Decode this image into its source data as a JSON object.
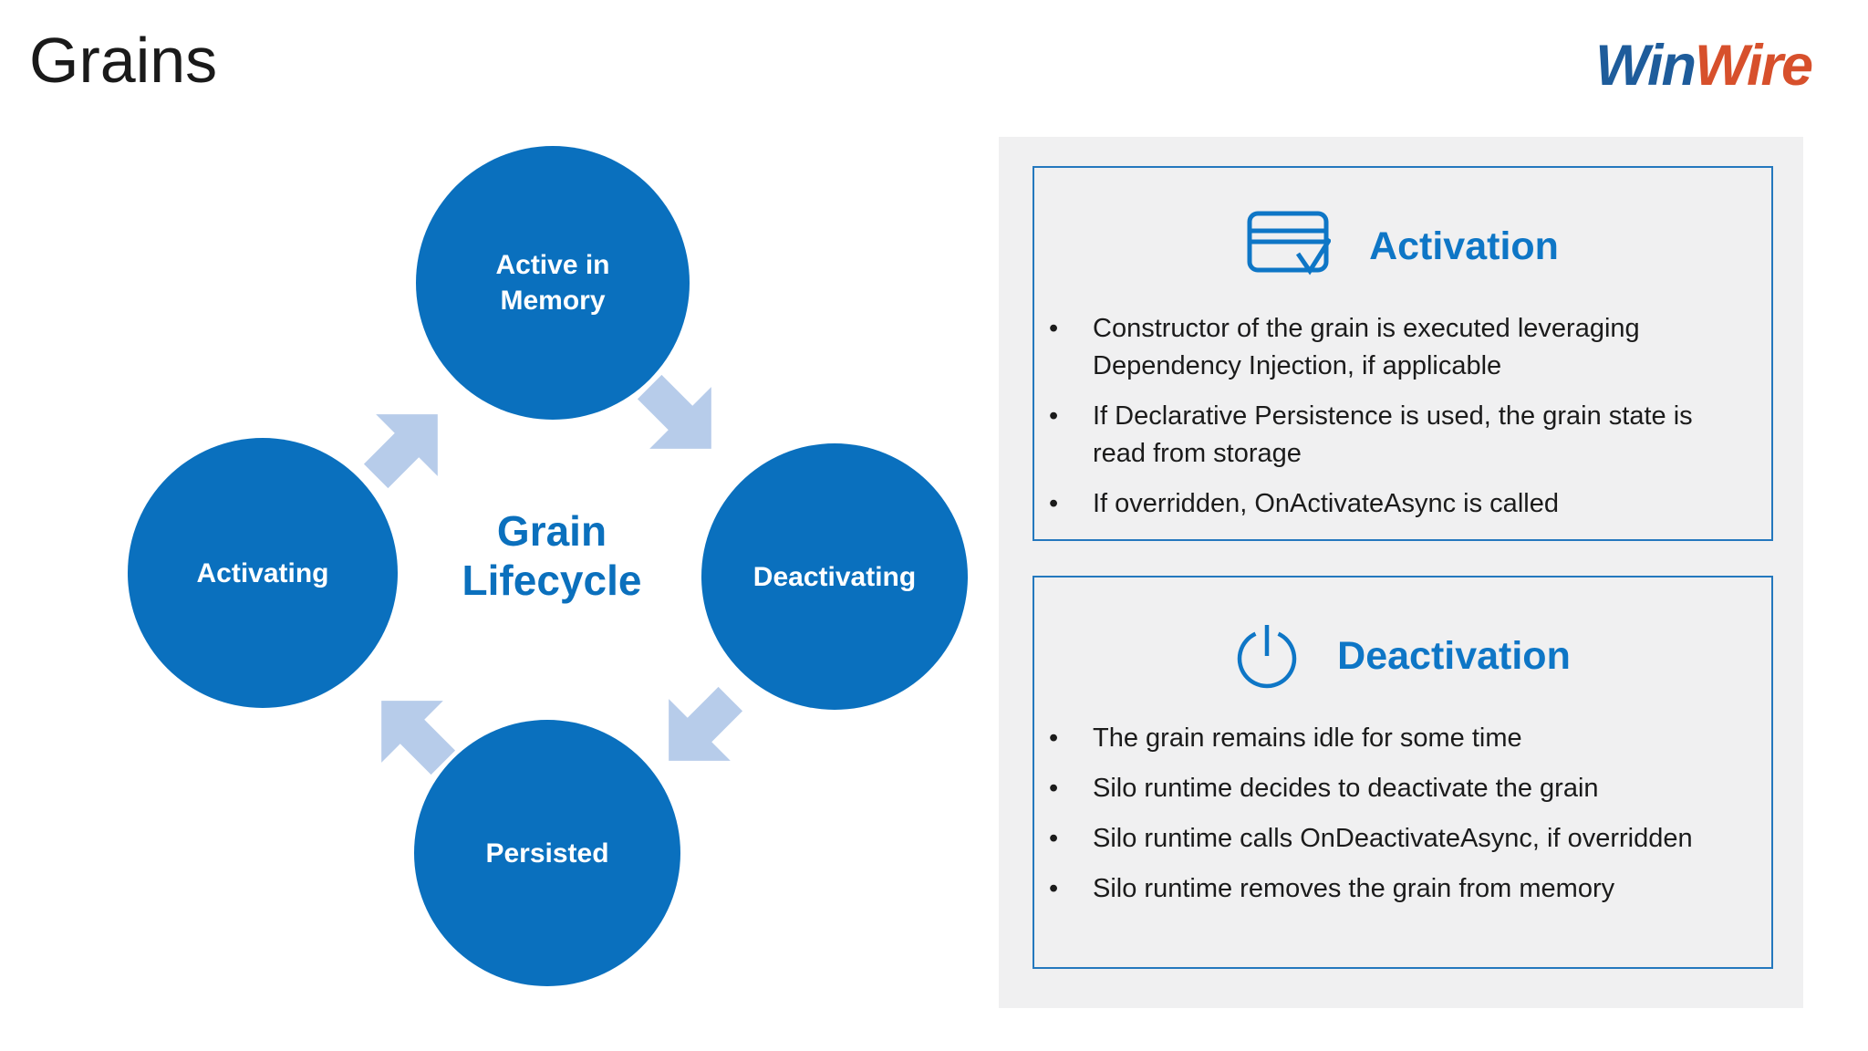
{
  "slide": {
    "title": "Grains"
  },
  "logo": {
    "win": "Win",
    "wire": "Wire"
  },
  "diagram": {
    "center_label": "Grain Lifecycle",
    "nodes": [
      {
        "position": "top",
        "label": "Active in Memory"
      },
      {
        "position": "right",
        "label": "Deactivating"
      },
      {
        "position": "bottom",
        "label": "Persisted"
      },
      {
        "position": "left",
        "label": "Activating"
      }
    ],
    "flow": "clockwise"
  },
  "panels": [
    {
      "title": "Activation",
      "icon": "card-check-icon",
      "bullets": [
        "Constructor of the grain is executed leveraging Dependency Injection, if applicable",
        "If Declarative Persistence is used, the grain state is read from storage",
        "If overridden, OnActivateAsync is called"
      ]
    },
    {
      "title": "Deactivation",
      "icon": "power-icon",
      "bullets": [
        "The grain remains idle for some time",
        "Silo runtime decides to deactivate the grain",
        "Silo runtime calls OnDeactivateAsync, if overridden",
        "Silo runtime removes the grain from memory"
      ]
    }
  ],
  "ui": {
    "bullet_char": "•"
  },
  "colors": {
    "circle_blue": "#0A70BE",
    "center_text_blue": "#0B70BD",
    "heading_blue": "#0E76C6",
    "box_border_blue": "#2478BE",
    "arrow_light_blue": "#B7CCEA",
    "panel_gray": "#F0F0F1",
    "logo_blue": "#1E5C9B",
    "logo_orange": "#D7502C",
    "body_text": "#1B1B1B"
  }
}
